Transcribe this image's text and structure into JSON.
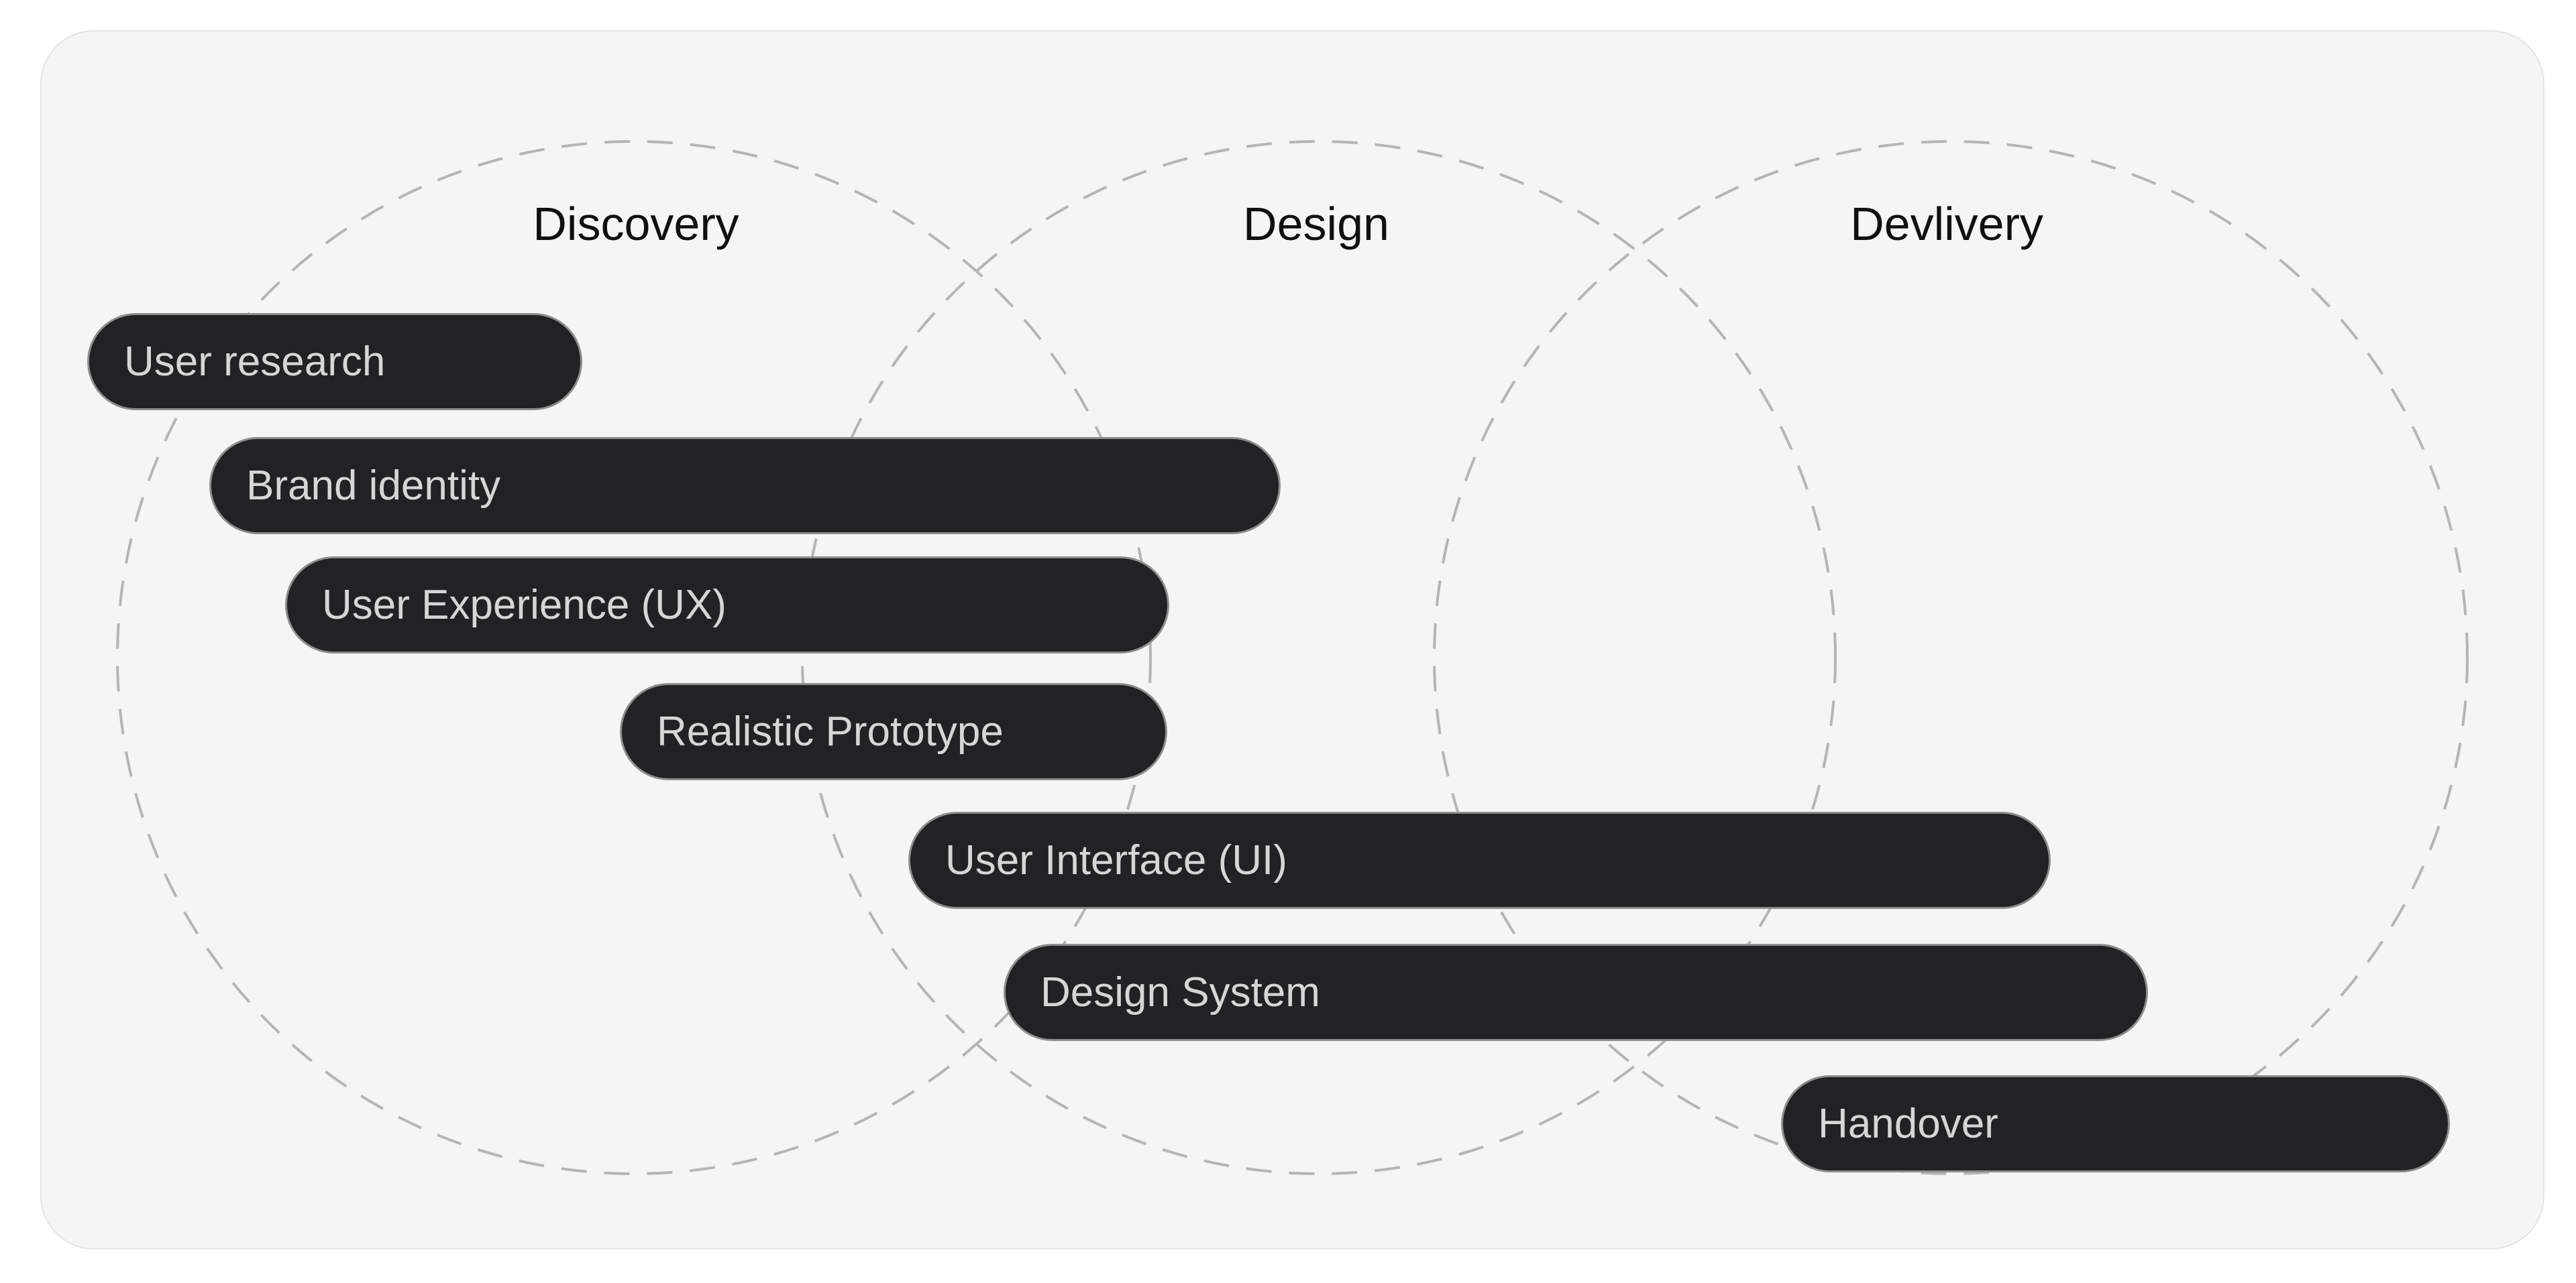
{
  "diagram": {
    "title_semantics": "design-process-venn-gantt",
    "phases": [
      {
        "label": "Discovery"
      },
      {
        "label": "Design"
      },
      {
        "label": "Devlivery"
      }
    ],
    "tasks": [
      {
        "label": "User research"
      },
      {
        "label": "Brand identity"
      },
      {
        "label": "User Experience (UX)"
      },
      {
        "label": "Realistic Prototype"
      },
      {
        "label": "User Interface (UI)"
      },
      {
        "label": "Design System"
      },
      {
        "label": "Handover"
      }
    ],
    "colors": {
      "page_background": "#ffffff",
      "card_background": "#f5f5f6",
      "card_border": "#e4e4e5",
      "pill_background": "#222224",
      "pill_border": "#8d8d8d",
      "pill_text": "#d6d6d7",
      "phase_label_text": "#101010",
      "circle_stroke": "#b5b5b5"
    }
  }
}
